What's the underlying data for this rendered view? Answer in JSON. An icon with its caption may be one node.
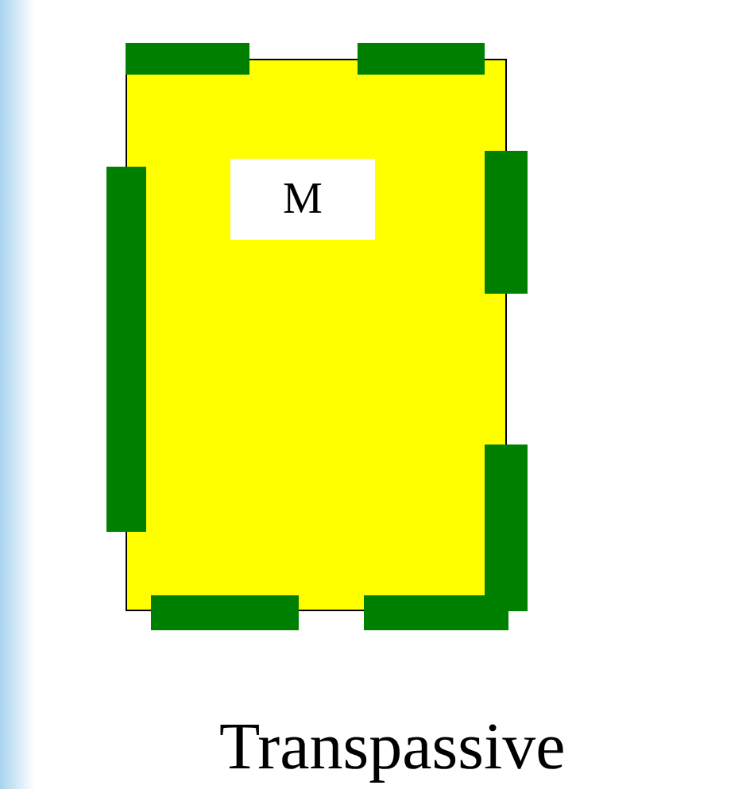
{
  "diagram": {
    "nodes": [
      {
        "text": [],
        "shape": "box"
      },
      {
        "text": [
          "M"
        ],
        "in": 0
      },
      {
        "text": [],
        "shape": "bar"
      },
      {
        "text": [],
        "shape": "bar"
      },
      {
        "text": [],
        "shape": "bar"
      },
      {
        "text": [],
        "shape": "bar"
      },
      {
        "text": [],
        "shape": "bar"
      },
      {
        "text": [],
        "shape": "bar"
      },
      {
        "text": [],
        "shape": "bar"
      }
    ],
    "labels": [
      "Transpassive"
    ]
  }
}
